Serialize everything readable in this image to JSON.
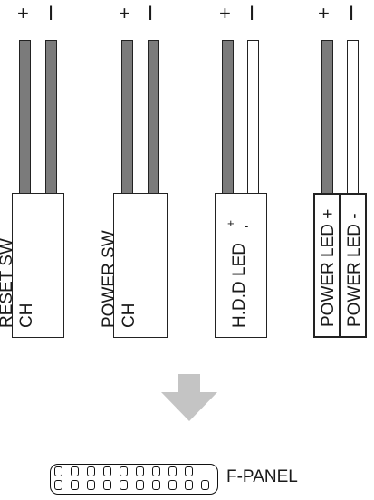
{
  "polarity": {
    "plus": "+",
    "minus": "I"
  },
  "connectors": [
    {
      "label_line1": "RESET SW",
      "label_line2": "CH"
    },
    {
      "label_line1": "POWER SW",
      "label_line2": "CH"
    },
    {
      "label_line1": "H.D.D LED",
      "plus_mark": "+",
      "minus_mark": "-"
    },
    {
      "label_left": "POWER LED +",
      "label_right": "POWER LED -"
    }
  ],
  "fpanel_label": "F-PANEL",
  "colors": {
    "wire_dark": "#7b7b7b",
    "arrow": "#c4c4c4",
    "outline": "#222222"
  }
}
